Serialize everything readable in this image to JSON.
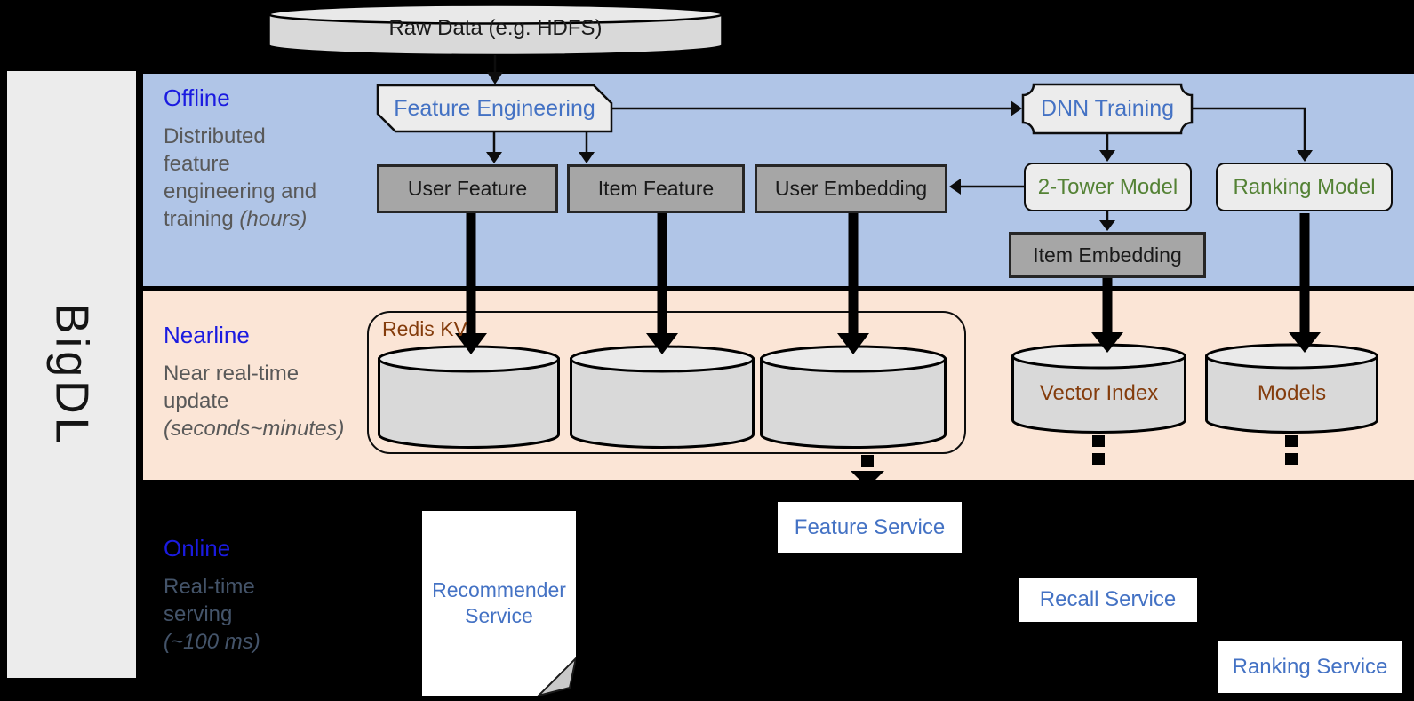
{
  "brand": {
    "name": "BigDL"
  },
  "raw_data": {
    "label": "Raw Data (e.g. HDFS)"
  },
  "bands": {
    "offline": {
      "label": "Offline",
      "desc_line1": "Distributed",
      "desc_line2": "feature",
      "desc_line3": "engineering and",
      "desc_line4": "training",
      "desc_italic": "(hours)"
    },
    "nearline": {
      "label": "Nearline",
      "desc_line1": "Near real-time",
      "desc_line2": "update",
      "desc_italic": "(seconds~minutes)"
    },
    "online": {
      "label": "Online",
      "desc_line1": "Real-time",
      "desc_line2": "serving",
      "desc_italic": "(~100 ms)"
    }
  },
  "offline_nodes": {
    "feature_engineering": "Feature Engineering",
    "dnn_training": "DNN Training",
    "user_feature": "User Feature",
    "item_feature": "Item Feature",
    "user_embedding": "User Embedding",
    "two_tower_model": "2-Tower Model",
    "ranking_model": "Ranking Model",
    "item_embedding": "Item Embedding"
  },
  "nearline_nodes": {
    "redis_kv": "Redis KV",
    "vector_index": "Vector Index",
    "models": "Models"
  },
  "online_nodes": {
    "recommender_service": "Recommender Service",
    "feature_service": "Feature Service",
    "recall_service": "Recall Service",
    "ranking_service": "Ranking Service"
  },
  "colors": {
    "background": "#000000",
    "sidebar_bg": "#ececec",
    "offline_band_bg": "#b0c5e7",
    "nearline_band_bg": "#fbe5d6",
    "band_label_blue": "#1b1be0",
    "desc_gray": "#595959",
    "online_desc_slate": "#44546a",
    "node_text_blue": "#4472c4",
    "node_text_green": "#548235",
    "node_text_brown": "#843c0c",
    "dark_node_fill": "#a6a6a6",
    "light_node_fill": "#ececec",
    "cylinder_fill": "#d9d9d9"
  }
}
